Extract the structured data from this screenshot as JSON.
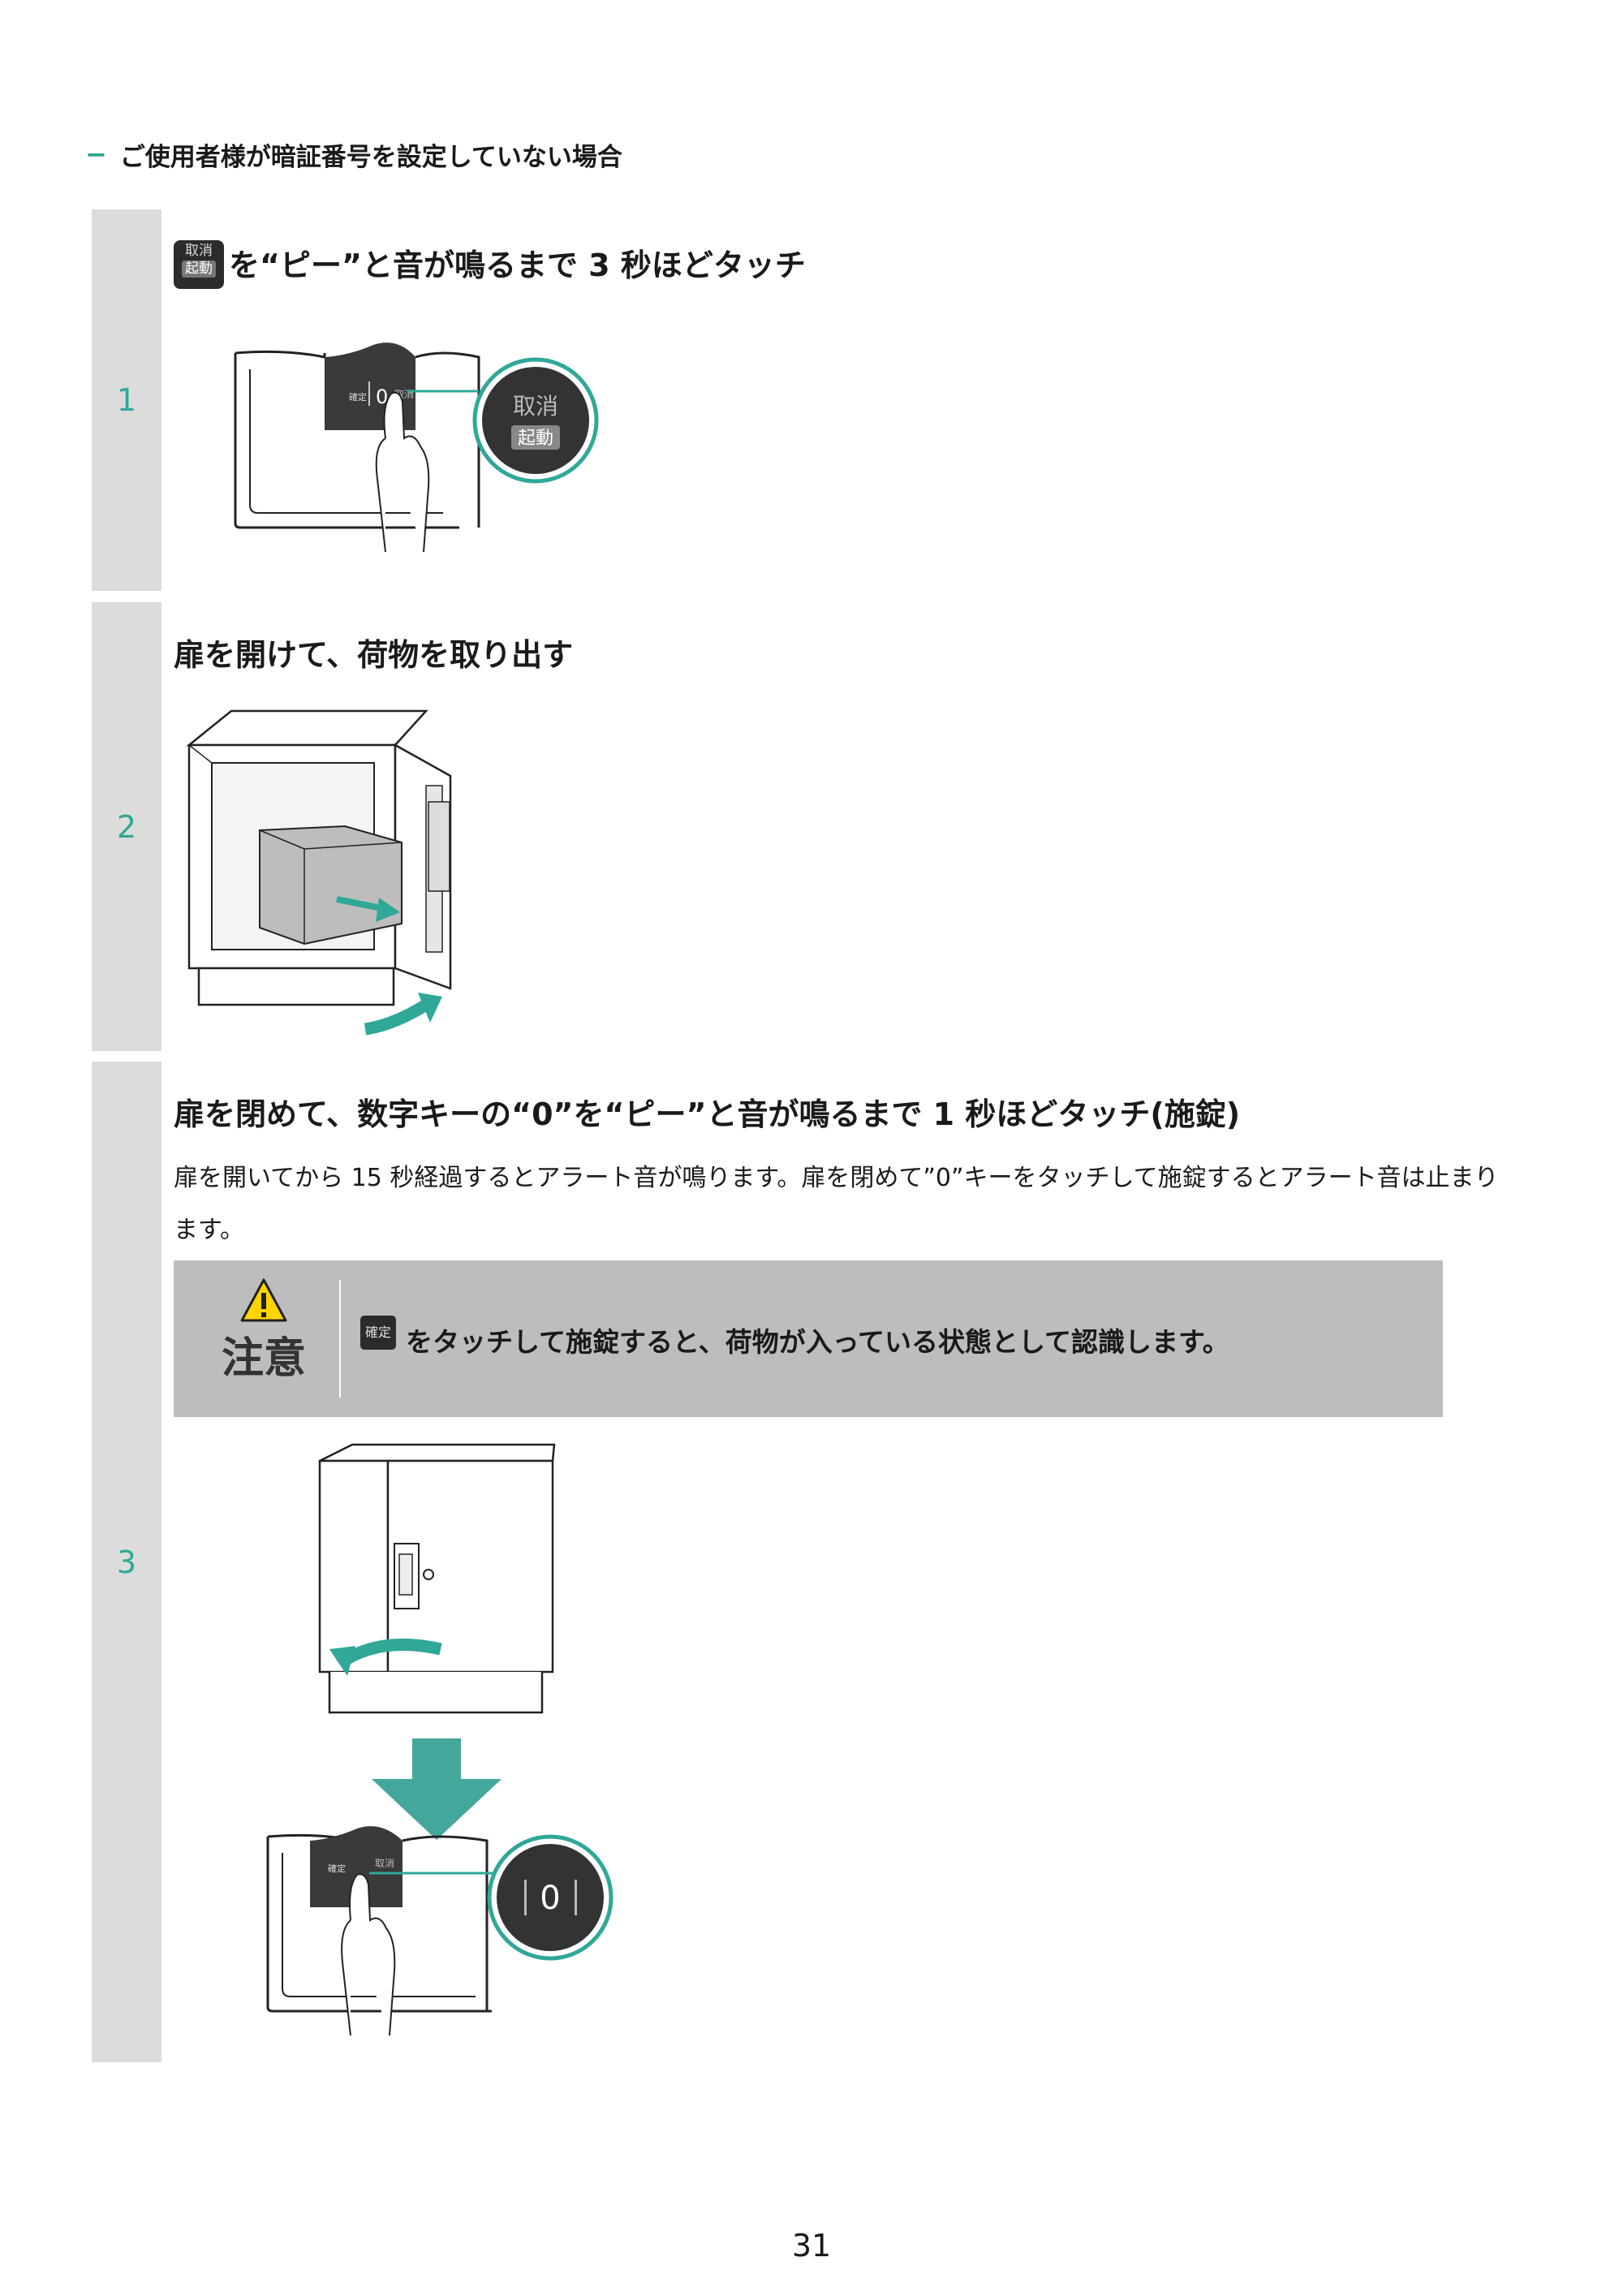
{
  "section": {
    "heading": "ご使用者様が暗証番号を設定していない場合"
  },
  "steps": [
    {
      "number": "1",
      "key_top": "取消",
      "key_bottom": "起動",
      "title": "を“ピー”と音が鳴るまで 3 秒ほどタッチ",
      "panel_key_left": "確定",
      "panel_key_zero": "0",
      "panel_key_right": "取消",
      "zoom_top": "取消",
      "zoom_bottom": "起動"
    },
    {
      "number": "2",
      "title": "扉を開けて、荷物を取り出す"
    },
    {
      "number": "3",
      "title": "扉を閉めて、数字キーの“0”を“ピー”と音が鳴るまで 1 秒ほどタッチ(施錠)",
      "description": "扉を開いてから 15 秒経過するとアラート音が鳴ります。扉を閉めて”0”キーをタッチして施錠するとアラート音は止まります。",
      "panel_key_left": "確定",
      "panel_key_right": "取消",
      "zoom_key": "0"
    }
  ],
  "caution": {
    "label": "注意",
    "key_label": "確定",
    "message": "をタッチして施錠すると、荷物が入っている状態として認識します。"
  },
  "colors": {
    "accent": "#2fa898",
    "step_bar": "#dcdcdc",
    "caution_bg": "#bdbdbd",
    "key_dark": "#2b2b2b"
  },
  "page_number": "31"
}
